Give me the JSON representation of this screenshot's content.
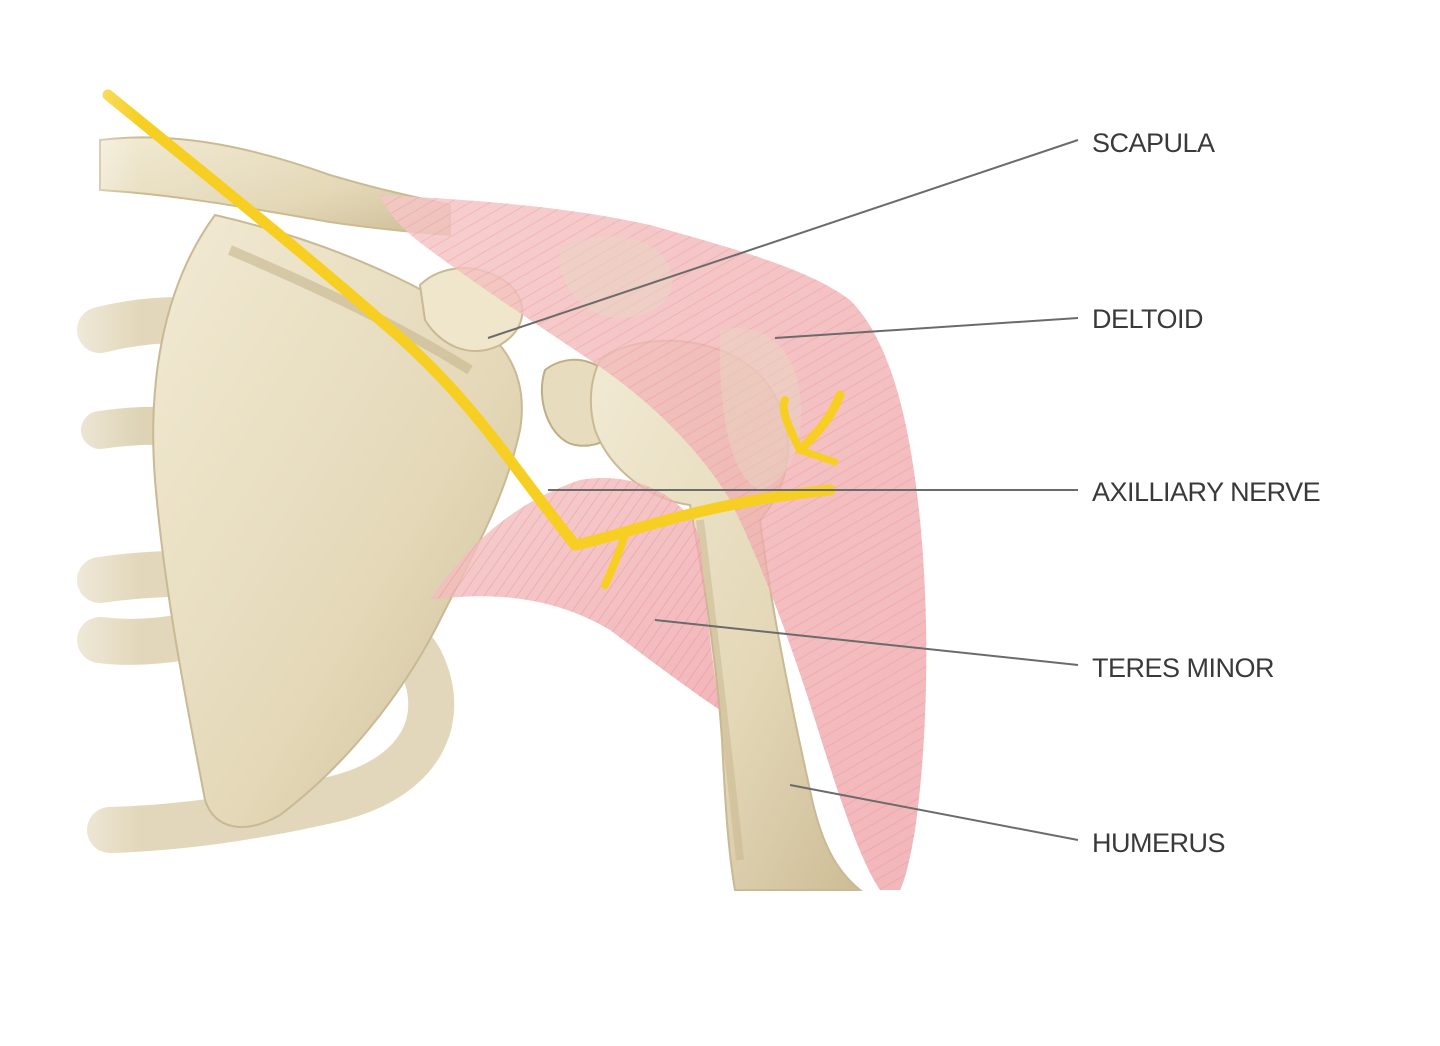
{
  "labels": {
    "scapula": "SCAPULA",
    "deltoid": "DELTOID",
    "axillary_nerve": "AXILLIARY NERVE",
    "teres_minor": "TERES MINOR",
    "humerus": "HUMERUS"
  },
  "colors": {
    "bone": "#e8dfc4",
    "bone_shadow": "#c9b994",
    "muscle": "#f2b7b9",
    "muscle_fiber": "#e27f86",
    "nerve": "#f7cf22",
    "label_text": "#3a3a3a",
    "leader_line": "#6b6b6b",
    "background": "#ffffff"
  }
}
